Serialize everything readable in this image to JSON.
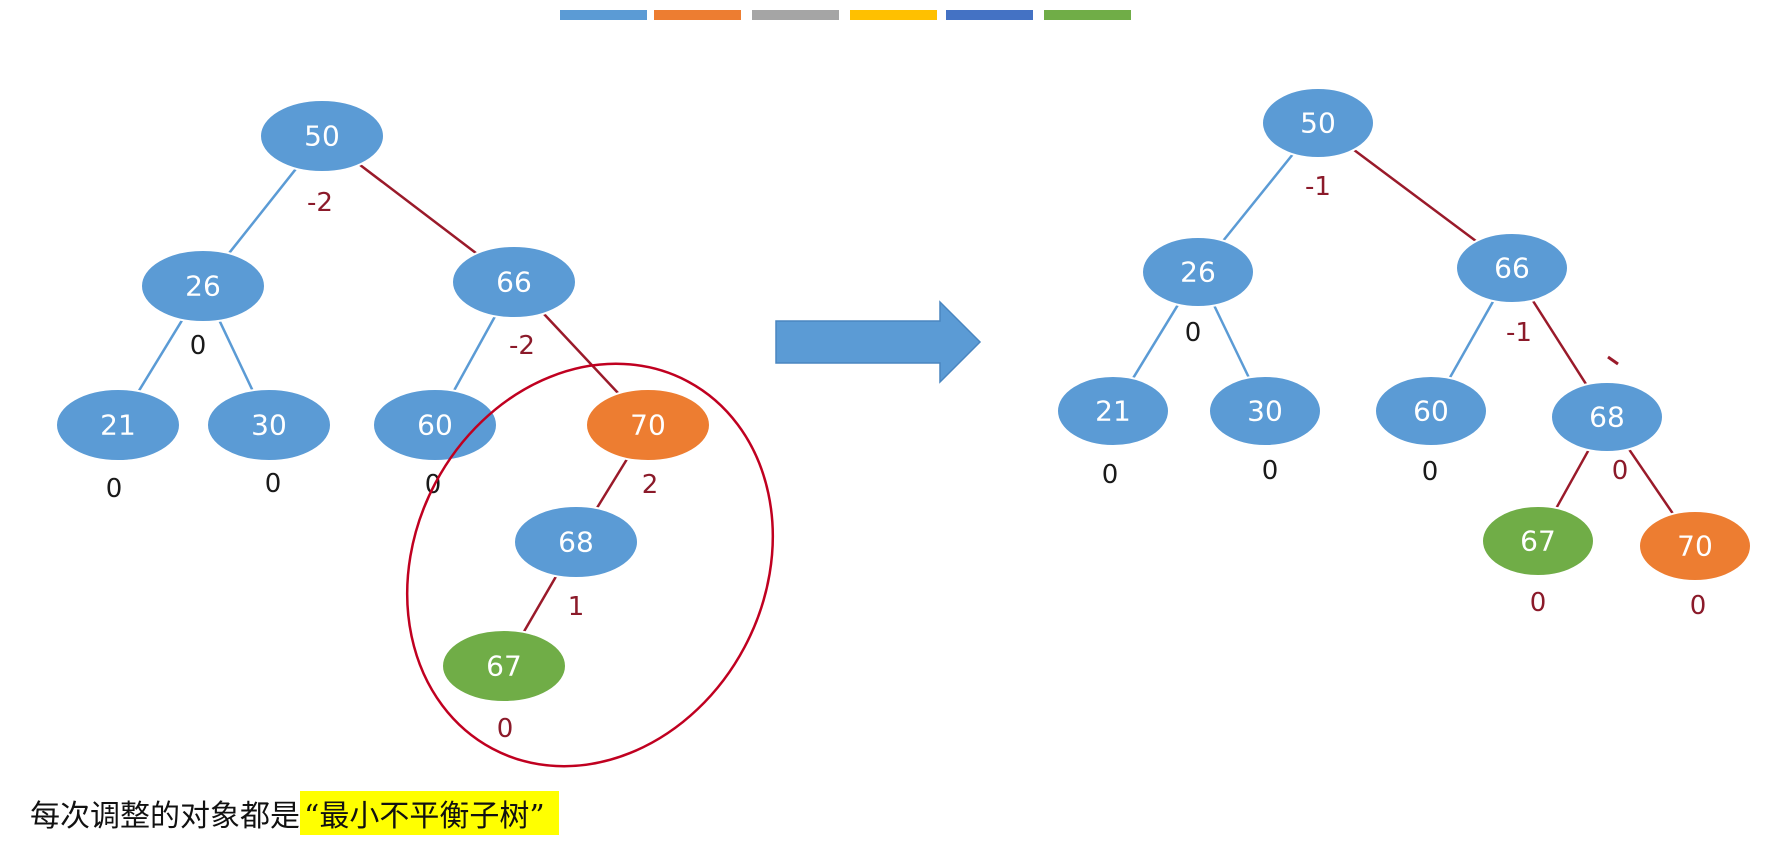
{
  "header_color_bar": [
    "#5b9bd5",
    "#ed7d31",
    "#a5a5a5",
    "#ffc000",
    "#4472c4",
    "#70ad47"
  ],
  "colors": {
    "node_blue": "#5b9bd5",
    "node_orange": "#ed7d31",
    "node_green": "#70ad47",
    "edge_blue": "#5b9bd5",
    "edge_red": "#9a1a2a",
    "factor_dark": "#1a1a1a",
    "factor_red": "#8b1a2a",
    "highlight_ring": "#c00020",
    "arrow": "#5b9bd5"
  },
  "trees": [
    {
      "id": "before-tree",
      "nodes": [
        {
          "id": "50",
          "label": "50",
          "color": "blue",
          "factor": "-2",
          "factor_color": "red"
        },
        {
          "id": "26",
          "label": "26",
          "color": "blue",
          "factor": "0",
          "factor_color": "dark"
        },
        {
          "id": "66",
          "label": "66",
          "color": "blue",
          "factor": "-2",
          "factor_color": "red"
        },
        {
          "id": "21",
          "label": "21",
          "color": "blue",
          "factor": "0",
          "factor_color": "dark"
        },
        {
          "id": "30",
          "label": "30",
          "color": "blue",
          "factor": "0",
          "factor_color": "dark"
        },
        {
          "id": "60",
          "label": "60",
          "color": "blue",
          "factor": "0",
          "factor_color": "dark"
        },
        {
          "id": "70",
          "label": "70",
          "color": "orange",
          "factor": "2",
          "factor_color": "red"
        },
        {
          "id": "68",
          "label": "68",
          "color": "blue",
          "factor": "1",
          "factor_color": "red"
        },
        {
          "id": "67",
          "label": "67",
          "color": "green",
          "factor": "0",
          "factor_color": "red"
        }
      ],
      "edges": [
        {
          "from": "50",
          "to": "26",
          "color": "blue"
        },
        {
          "from": "50",
          "to": "66",
          "color": "red"
        },
        {
          "from": "26",
          "to": "21",
          "color": "blue"
        },
        {
          "from": "26",
          "to": "30",
          "color": "blue"
        },
        {
          "from": "66",
          "to": "60",
          "color": "blue"
        },
        {
          "from": "66",
          "to": "70",
          "color": "red"
        },
        {
          "from": "70",
          "to": "68",
          "color": "red"
        },
        {
          "from": "68",
          "to": "67",
          "color": "red"
        }
      ],
      "highlighted_subtree": [
        "70",
        "68",
        "67"
      ]
    },
    {
      "id": "after-tree",
      "nodes": [
        {
          "id": "50",
          "label": "50",
          "color": "blue",
          "factor": "-1",
          "factor_color": "red"
        },
        {
          "id": "26",
          "label": "26",
          "color": "blue",
          "factor": "0",
          "factor_color": "dark"
        },
        {
          "id": "66",
          "label": "66",
          "color": "blue",
          "factor": "-1",
          "factor_color": "red"
        },
        {
          "id": "21",
          "label": "21",
          "color": "blue",
          "factor": "0",
          "factor_color": "dark"
        },
        {
          "id": "30",
          "label": "30",
          "color": "blue",
          "factor": "0",
          "factor_color": "dark"
        },
        {
          "id": "60",
          "label": "60",
          "color": "blue",
          "factor": "0",
          "factor_color": "dark"
        },
        {
          "id": "68",
          "label": "68",
          "color": "blue",
          "factor": "0",
          "factor_color": "red"
        },
        {
          "id": "67",
          "label": "67",
          "color": "green",
          "factor": "0",
          "factor_color": "red"
        },
        {
          "id": "70",
          "label": "70",
          "color": "orange",
          "factor": "0",
          "factor_color": "red"
        }
      ],
      "edges": [
        {
          "from": "50",
          "to": "26",
          "color": "blue"
        },
        {
          "from": "50",
          "to": "66",
          "color": "red"
        },
        {
          "from": "26",
          "to": "21",
          "color": "blue"
        },
        {
          "from": "26",
          "to": "30",
          "color": "blue"
        },
        {
          "from": "66",
          "to": "60",
          "color": "blue"
        },
        {
          "from": "66",
          "to": "68",
          "color": "red"
        },
        {
          "from": "68",
          "to": "67",
          "color": "red"
        },
        {
          "from": "68",
          "to": "70",
          "color": "red"
        }
      ]
    }
  ],
  "caption": {
    "prefix": "每次调整的对象都是",
    "highlighted": "“最小不平衡子树”"
  }
}
